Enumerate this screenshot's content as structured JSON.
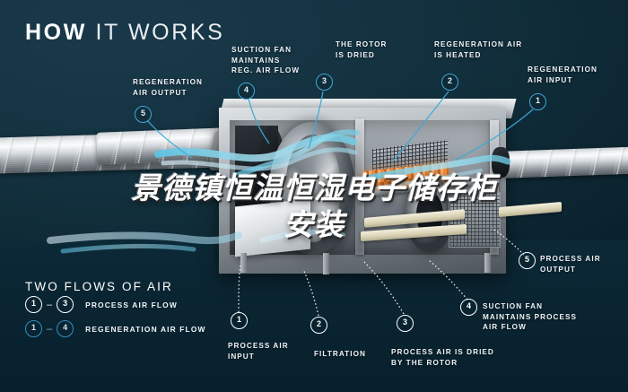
{
  "header": {
    "title_bold": "HOW",
    "title_light": "IT WORKS"
  },
  "watermark": {
    "line1": "景德镇恒温恒湿电子储存柜",
    "line2": "安装"
  },
  "colors": {
    "background_top": "#143240",
    "background_bottom": "#07202c",
    "accent_blue": "#3fa9d8",
    "airflow_blue": "#7fd4ea",
    "heater_orange": "#ef8b3c",
    "text_white": "#eef3f6"
  },
  "callouts": [
    {
      "id": "regeneration-air-output",
      "marker": "5",
      "marker_style": "blue",
      "line1": "REGENERATION",
      "line2": "AIR OUTPUT",
      "line3": ""
    },
    {
      "id": "suction-fan-reg",
      "marker": "4",
      "marker_style": "blue",
      "line1": "SUCTION FAN",
      "line2": "MAINTAINS",
      "line3": "REG. AIR FLOW"
    },
    {
      "id": "the-rotor-is-dried",
      "marker": "3",
      "marker_style": "blue",
      "line1": "THE ROTOR",
      "line2": "IS DRIED",
      "line3": ""
    },
    {
      "id": "regeneration-air-is-heated",
      "marker": "2",
      "marker_style": "blue",
      "line1": "REGENERATION AIR",
      "line2": "IS HEATED",
      "line3": ""
    },
    {
      "id": "regeneration-air-input",
      "marker": "1",
      "marker_style": "blue",
      "line1": "REGENERATION",
      "line2": "AIR INPUT",
      "line3": ""
    },
    {
      "id": "process-air-output",
      "marker": "5",
      "marker_style": "white",
      "line1": "PROCESS AIR",
      "line2": "OUTPUT",
      "line3": ""
    },
    {
      "id": "process-air-input",
      "marker": "1",
      "marker_style": "white",
      "line1": "PROCESS AIR",
      "line2": "INPUT",
      "line3": ""
    },
    {
      "id": "filtration",
      "marker": "2",
      "marker_style": "white",
      "line1": "FILTRATION",
      "line2": "",
      "line3": ""
    },
    {
      "id": "process-air-is-dried",
      "marker": "3",
      "marker_style": "white",
      "line1": "PROCESS AIR IS DRIED",
      "line2": "BY THE ROTOR",
      "line3": ""
    },
    {
      "id": "suction-fan-process",
      "marker": "4",
      "marker_style": "white",
      "line1": "SUCTION FAN",
      "line2": "MAINTAINS PROCESS",
      "line3": "AIR FLOW"
    }
  ],
  "legend": {
    "title": "TWO FLOWS OF AIR",
    "rows": [
      {
        "from": "1",
        "to": "3",
        "dash": "–",
        "label": "PROCESS AIR FLOW",
        "style": "white"
      },
      {
        "from": "1",
        "to": "4",
        "dash": "–",
        "label": "REGENERATION AIR FLOW",
        "style": "blue"
      }
    ]
  }
}
